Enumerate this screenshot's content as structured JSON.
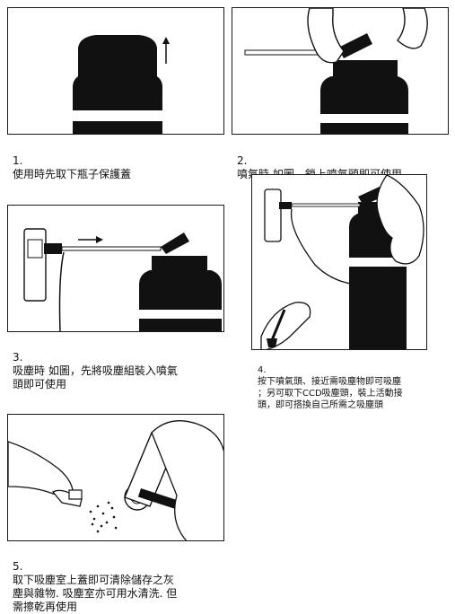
{
  "steps": [
    {
      "number": "1.",
      "text": "使用時先取下瓶子保護蓋"
    },
    {
      "number": "2.",
      "text": "噴氣時  如圖，鎖上噴氣頭即可使用"
    },
    {
      "number": "3.",
      "text": "吸塵時  如圖，先將吸塵組裝入噴氣\n頭即可使用"
    },
    {
      "number": "4.",
      "text": "按下噴氣頭、接近需吸塵物即可吸塵\n；另可取下CCD吸塵頭，裝上活動接\n頭，即可搭換自己所需之吸塵頭"
    },
    {
      "number": "5.",
      "text": "取下吸塵室上蓋即可清除儲存之灰\n塵與雜物. 吸塵室亦可用水清洗. 但\n需擦乾再使用"
    }
  ]
}
